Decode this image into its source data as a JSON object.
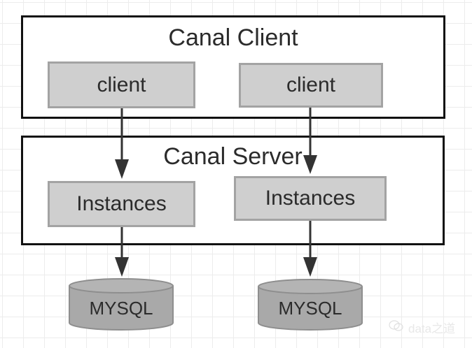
{
  "diagram": {
    "client_group": {
      "title": "Canal Client"
    },
    "server_group": {
      "title": "Canal Server"
    },
    "clients": [
      {
        "label": "client"
      },
      {
        "label": "client"
      }
    ],
    "instances": [
      {
        "label": "Instances"
      },
      {
        "label": "Instances"
      }
    ],
    "databases": [
      {
        "label": "MYSQL"
      },
      {
        "label": "MYSQL"
      }
    ],
    "edges": [
      {
        "from": "clients.0",
        "to": "instances.0"
      },
      {
        "from": "clients.1",
        "to": "instances.1"
      },
      {
        "from": "instances.0",
        "to": "databases.0"
      },
      {
        "from": "instances.1",
        "to": "databases.1"
      }
    ],
    "colors": {
      "node_fill": "#cfcfcf",
      "node_border": "#a3a3a3",
      "db_fill": "#a9a9a9",
      "group_border": "#111111",
      "arrow": "#333333"
    }
  },
  "watermark": {
    "icon": "wechat-icon",
    "text": "data之道"
  }
}
